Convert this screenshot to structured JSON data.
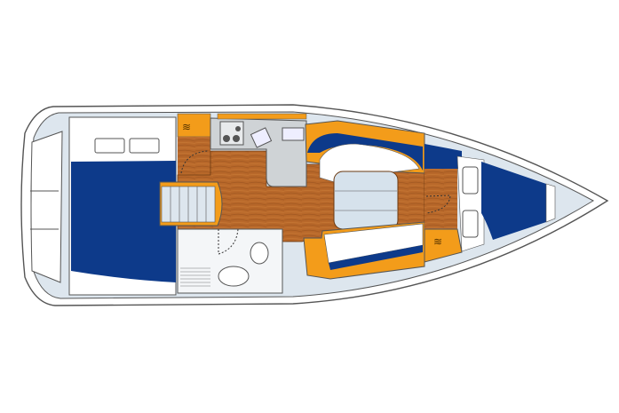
{
  "diagram": {
    "type": "yacht-interior-layout",
    "colors": {
      "background": "#ffffff",
      "hull_outline": "#555555",
      "deck_light": "#dde6ee",
      "cushion_blue": "#0d3a8a",
      "trim_orange": "#f39c1a",
      "wood_floor": "#b8682a",
      "counter_gray": "#cfd3d6",
      "table_light": "#d6e2ec"
    },
    "areas": [
      "aft-cabin",
      "companionway-stairs",
      "nav-station",
      "galley",
      "head",
      "saloon",
      "forward-cabin"
    ]
  }
}
